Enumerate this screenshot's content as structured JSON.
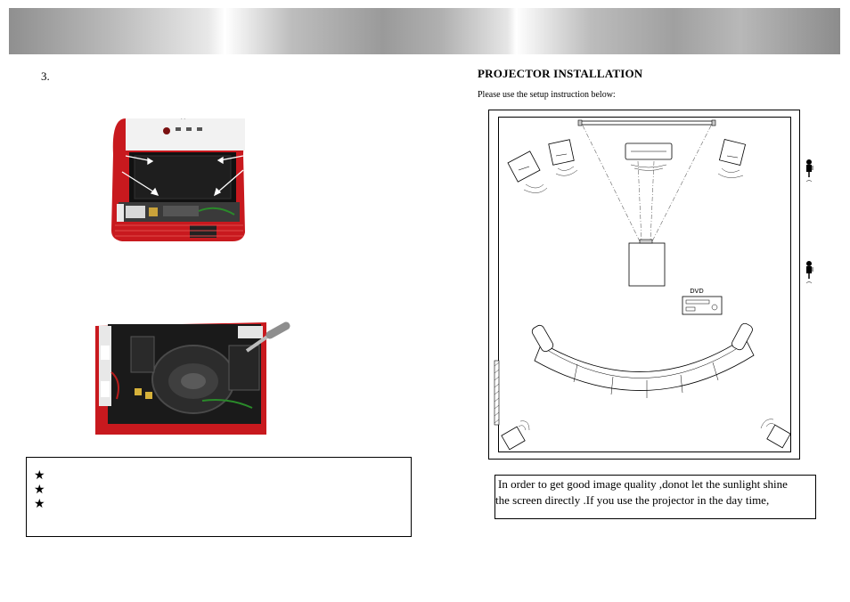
{
  "header": {
    "banner": ""
  },
  "left": {
    "step_number": "3.",
    "notes": [
      "",
      "",
      ""
    ]
  },
  "right": {
    "section_title": "PROJECTOR INSTALLATION",
    "setup_instruction": "Please use the setup instruction below:",
    "diagram": {
      "dvd_label": "DVD"
    },
    "warning_line1": "In order to get good image quality ,donot let the sunlight shine",
    "warning_line2": "the screen directly .If you use the projector in the day   time,"
  },
  "colors": {
    "projector_red": "#c8191e",
    "banner_gray": "#9a9a9a"
  }
}
